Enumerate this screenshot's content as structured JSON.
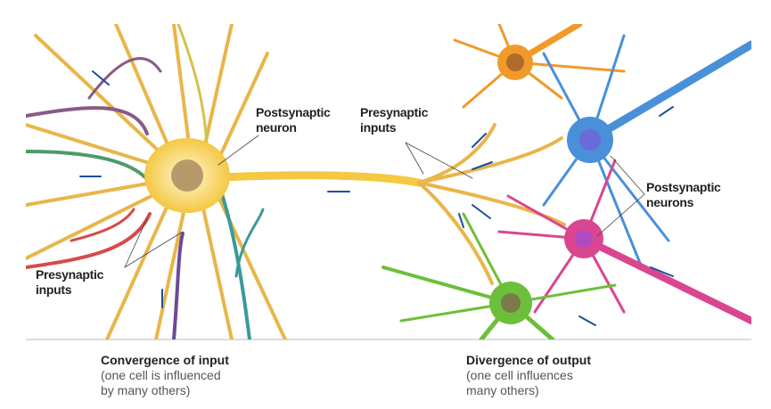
{
  "labels": {
    "postsynaptic_neuron": [
      "Postsynaptic",
      "neuron"
    ],
    "presynaptic_inputs_right": [
      "Presynaptic",
      "inputs"
    ],
    "presynaptic_inputs_left": [
      "Presynaptic",
      "inputs"
    ],
    "postsynaptic_neurons": [
      "Postsynaptic",
      "neurons"
    ]
  },
  "captions": {
    "convergence": {
      "title": "Convergence of input",
      "line1": "(one cell is influenced",
      "line2": "by many others)"
    },
    "divergence": {
      "title": "Divergence of output",
      "line1": "(one cell influences",
      "line2": "many others)"
    }
  },
  "colors": {
    "yellow": "#f5c842",
    "orange": "#f09a2a",
    "blue": "#4a90d9",
    "magenta": "#d9468f",
    "green": "#6cbf3a",
    "purple": "#8a5a86",
    "teal": "#3a9a9a",
    "red": "#d84a4a",
    "arrow": "#1d4f9a"
  }
}
